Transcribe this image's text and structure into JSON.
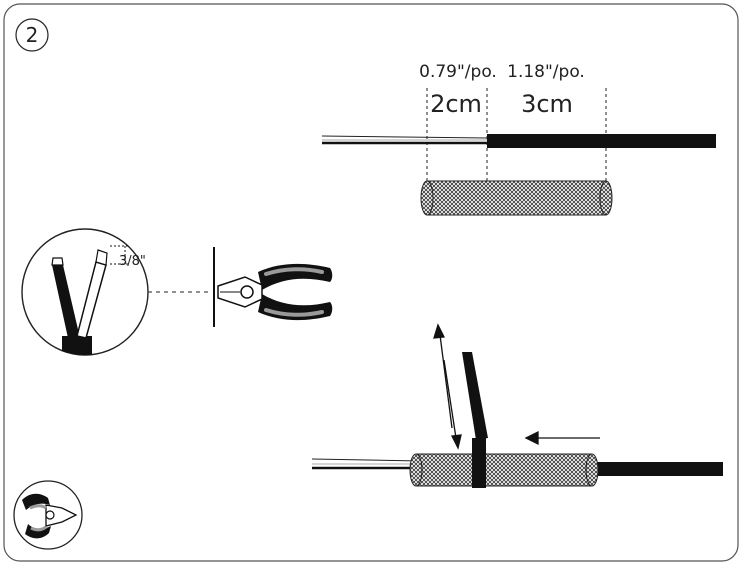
{
  "step": {
    "number": "2"
  },
  "top_measure": {
    "imperial_left": "0.79\"/po.",
    "imperial_right": "1.18\"/po.",
    "metric_left": "2cm",
    "metric_right": "3cm"
  },
  "strip_detail": {
    "length_label": "3/8\""
  },
  "icons": {
    "pliers": "side-cutter-pliers-icon",
    "tool_badge": "pliers-tool-badge-icon"
  },
  "colors": {
    "ink": "#111111",
    "frame": "#555555",
    "sleeve": "#c8c8c8",
    "grip_gray": "#9a9a9a"
  }
}
